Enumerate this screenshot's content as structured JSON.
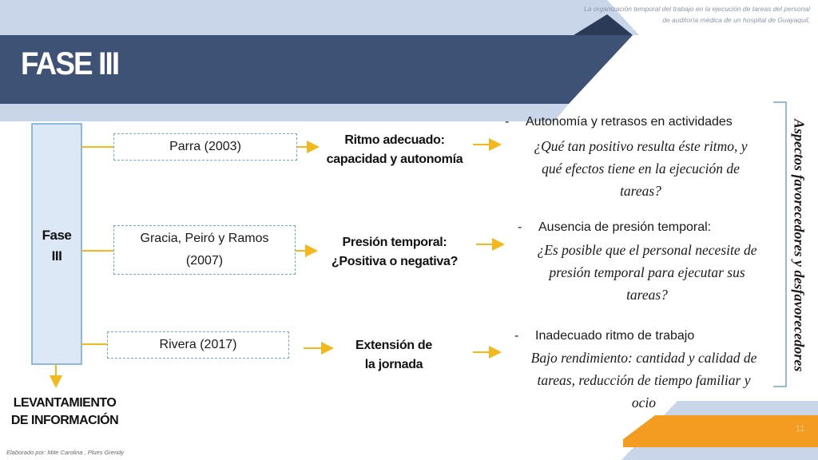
{
  "header": {
    "title": "FASE III",
    "subtitle_line1": "La organización temporal del trabajo en la ejecución de tareas del personal",
    "subtitle_line2": "de auditoría médica de un hospital de Guayaquil."
  },
  "phase": {
    "line1": "Fase",
    "line2": "III"
  },
  "authors": [
    {
      "line1": "Parra (2003)",
      "line2": ""
    },
    {
      "line1": "Gracia, Peiró y Ramos",
      "line2": "(2007)"
    },
    {
      "line1": "Rivera (2017)",
      "line2": ""
    }
  ],
  "concepts": [
    {
      "line1": "Ritmo adecuado:",
      "line2": "capacidad y autonomía"
    },
    {
      "line1": "Presión temporal:",
      "line2": "¿Positiva o negativa?"
    },
    {
      "line1": "Extensión de",
      "line2": "la jornada"
    }
  ],
  "aspects": [
    {
      "dash": "-",
      "heading": "Autonomía y retrasos en actividades",
      "q1": "¿Qué tan positivo resulta éste ritmo, y",
      "q2": "qué efectos tiene en la ejecución de",
      "q3": "tareas?"
    },
    {
      "dash": "-",
      "heading": "Ausencia de presión temporal:",
      "q1": "¿Es posible que el personal necesite de",
      "q2": "presión temporal para ejecutar sus",
      "q3": "tareas?"
    },
    {
      "dash": "-",
      "heading": "Inadecuado ritmo de trabajo",
      "q1": "Bajo rendimiento: cantidad y calidad de",
      "q2": "tareas, reducción de tiempo familiar y",
      "q3": "ocio"
    }
  ],
  "vertical_label": "Aspectos favorecedores y desfavorecedores",
  "bottom": {
    "line1": "LEVANTAMIENTO",
    "line2": "DE INFORMACIÓN"
  },
  "credit": "Elaborado por: Mite Carolina , Plues Grendy",
  "page_number": "11",
  "colors": {
    "navy": "#3e5276",
    "dark_navy": "#2b3a57",
    "light_blue": "#c9d5e9",
    "orange": "#f39c1f",
    "arrow": "#f2b81c",
    "box_border": "#6fa6d2",
    "phase_fill": "#dce8f6"
  }
}
